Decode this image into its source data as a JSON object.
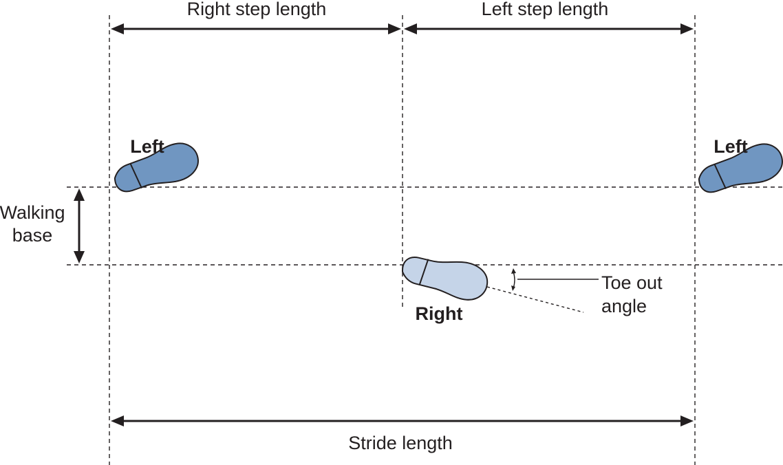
{
  "labels": {
    "right_step_length": "Right step length",
    "left_step_length": "Left step length",
    "stride_length": "Stride length",
    "walking_base_line1": "Walking",
    "walking_base_line2": "base",
    "left_foot_1": "Left",
    "left_foot_2": "Left",
    "right_foot": "Right",
    "toe_out_line1": "Toe out",
    "toe_out_line2": "angle"
  },
  "colors": {
    "left_foot_fill": "#7096c1",
    "right_foot_fill": "#c5d4e8",
    "ink": "#231f20"
  }
}
